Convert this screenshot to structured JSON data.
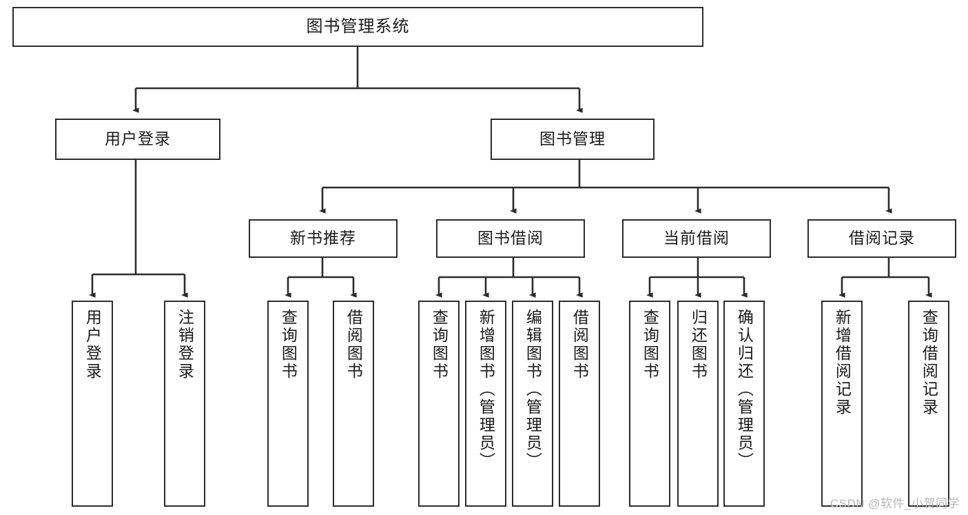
{
  "diagram": {
    "title": "图书管理系统",
    "type": "tree-hierarchy-diagram",
    "colors": {
      "box_border": "#2b2b2b",
      "box_fill": "#ffffff",
      "edge": "#2b2b2b",
      "text": "#1a1a1a",
      "watermark": "#b9b9b9",
      "background": "#ffffff"
    },
    "nodes": {
      "root": {
        "label": "图书管理系统"
      },
      "level2": [
        {
          "label": "用户登录"
        },
        {
          "label": "图书管理"
        }
      ],
      "level3": [
        {
          "label": "新书推荐"
        },
        {
          "label": "图书借阅"
        },
        {
          "label": "当前借阅"
        },
        {
          "label": "借阅记录"
        }
      ],
      "leaves": {
        "user_login": [
          {
            "label": "用户登录"
          },
          {
            "label": "注销登录"
          }
        ],
        "new_book_recommend": [
          {
            "label": "查询图书"
          },
          {
            "label": "借阅图书"
          }
        ],
        "book_borrow": [
          {
            "label": "查询图书"
          },
          {
            "label": "新增图书（管理员）"
          },
          {
            "label": "编辑图书（管理员）"
          },
          {
            "label": "借阅图书"
          }
        ],
        "current_borrow": [
          {
            "label": "查询图书"
          },
          {
            "label": "归还图书"
          },
          {
            "label": "确认归还（管理员）"
          }
        ],
        "borrow_record": [
          {
            "label": "新增借阅记录"
          },
          {
            "label": "查询借阅记录"
          }
        ]
      }
    },
    "watermark": "CSDN @软件_小贺同学"
  }
}
